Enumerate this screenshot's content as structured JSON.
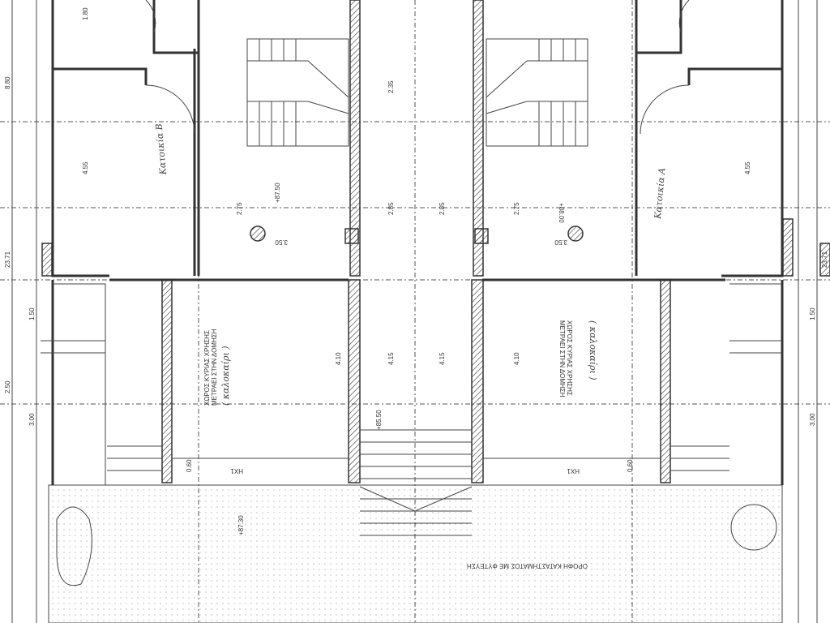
{
  "plan": {
    "roof_label": "ΟΡΟΦΗ ΚΑΤΑΣΤΗΜΑΤΟΣ ΜΕ ΦΥΤΕΥΣΗ",
    "room_b": "Κατοικία Β",
    "room_a": "Κατοικία Α",
    "space_label_1": "ΧΩΡΟΣ ΚΥΡΙΑΣ ΧΡΗΣΗΣ",
    "space_label_2": "ΜΕΤΡΑΕΙ ΣΤΗΝ ΔΟΜΗΣΗ",
    "space_note": "( καλοκαίρι )",
    "hx_left": "ΗΧ1",
    "hx_right": "ΗΧ1",
    "dims": {
      "total_left": "23.71",
      "total_right": "23.71",
      "d180": "1.80",
      "d455": "4.55",
      "d150": "1.50",
      "d300": "3.00",
      "d275": "2.75",
      "d285": "2.85",
      "d235": "2.35",
      "d410": "4.10",
      "d415": "4.15",
      "d350": "3.50",
      "d060": "0.60",
      "d250": "2.50",
      "d880": "8.80"
    },
    "levels": {
      "l1": "+87.50",
      "l2": "+88.00",
      "l3": "+85.50",
      "l4": "+87.30"
    }
  }
}
